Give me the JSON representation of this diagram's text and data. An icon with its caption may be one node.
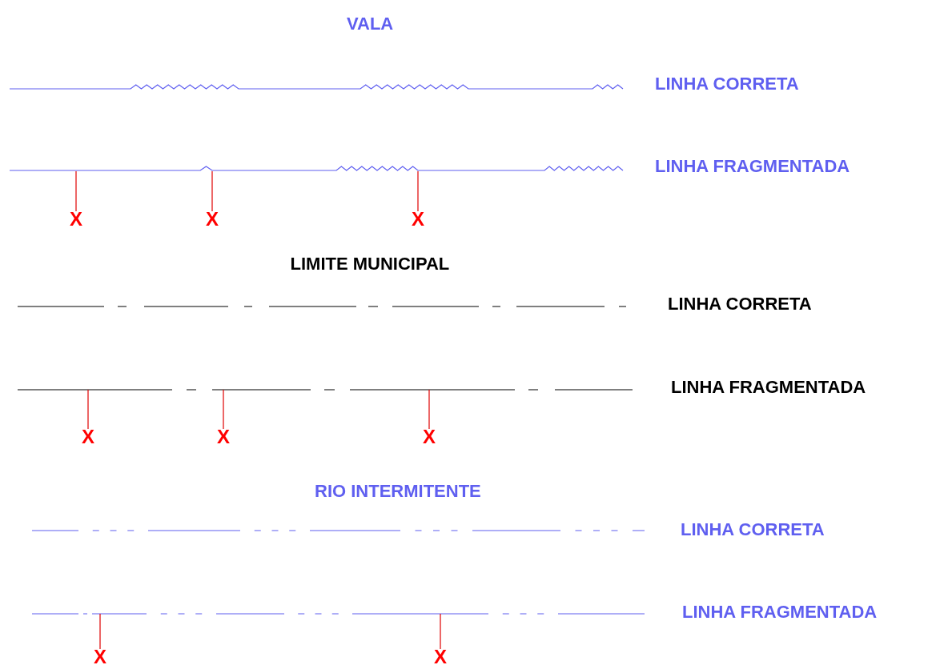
{
  "diagram": {
    "nodes": [
      {
        "text": [
          "X"
        ]
      },
      {
        "text": [
          "X"
        ]
      },
      {
        "text": [
          "X"
        ]
      },
      {
        "text": [
          "X"
        ]
      },
      {
        "text": [
          "X"
        ]
      },
      {
        "text": [
          "X"
        ]
      },
      {
        "text": [
          "X"
        ]
      },
      {
        "text": [
          "X"
        ]
      }
    ],
    "edges": [
      {
        "from": 0,
        "to": null,
        "arrow": "none"
      },
      {
        "from": 1,
        "to": null,
        "arrow": "none"
      },
      {
        "from": 2,
        "to": null,
        "arrow": "none"
      },
      {
        "from": 3,
        "to": null,
        "arrow": "none"
      },
      {
        "from": 4,
        "to": null,
        "arrow": "none"
      },
      {
        "from": 5,
        "to": null,
        "arrow": "none"
      },
      {
        "from": 6,
        "to": null,
        "arrow": "none"
      },
      {
        "from": 7,
        "to": null,
        "arrow": "none"
      }
    ],
    "labels": [
      "VALA",
      "LINHA CORRETA",
      "LINHA FRAGMENTADA",
      "LIMITE MUNICIPAL",
      "LINHA CORRETA",
      "LINHA FRAGMENTADA",
      "RIO INTERMITENTE",
      "LINHA CORRETA",
      "LINHA FRAGMENTADA"
    ]
  }
}
